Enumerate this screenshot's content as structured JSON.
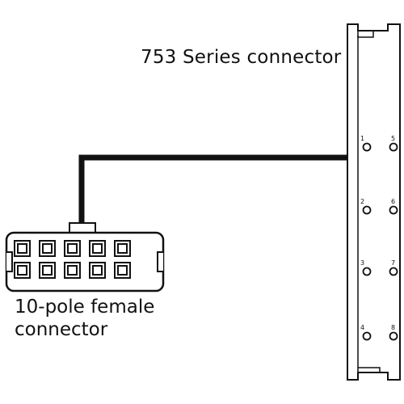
{
  "labels": {
    "series_connector": "753 Series connector",
    "female_connector_line1": "10-pole female",
    "female_connector_line2": "connector"
  },
  "pins": {
    "left_column": [
      "1",
      "2",
      "3",
      "4"
    ],
    "right_column": [
      "5",
      "6",
      "7",
      "8"
    ]
  },
  "colors": {
    "line": "#111111",
    "background": "#ffffff"
  }
}
